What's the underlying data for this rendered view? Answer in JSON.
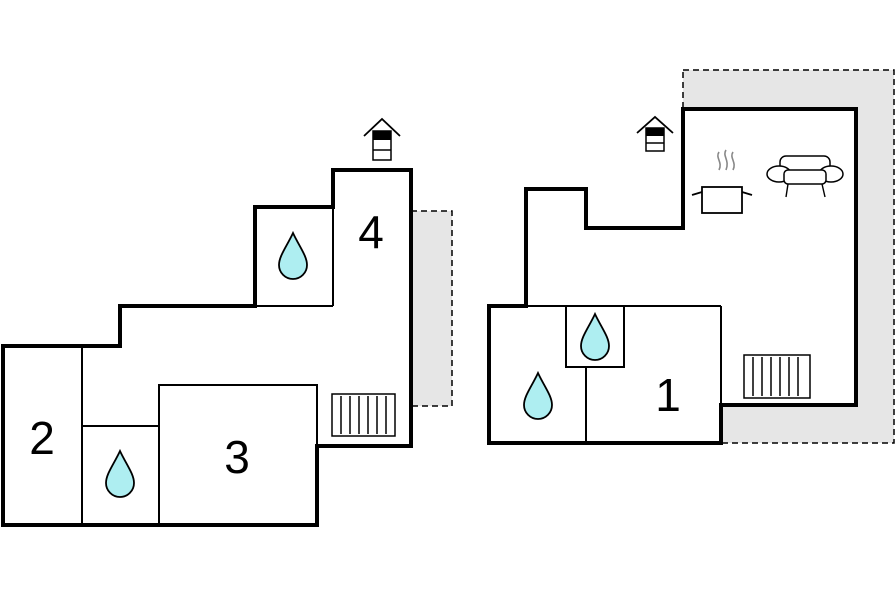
{
  "floorplan": {
    "rooms": [
      {
        "id": "room-1",
        "label": "1"
      },
      {
        "id": "room-2",
        "label": "2"
      },
      {
        "id": "room-3",
        "label": "3"
      },
      {
        "id": "room-4",
        "label": "4"
      }
    ],
    "icons": {
      "bathroom": "water-drop-icon",
      "heater": "radiator-icon",
      "fireplace": "fireplace-icon",
      "kitchen": "cooking-pot-icon",
      "living": "sofa-icon"
    },
    "colors": {
      "wall": "#000000",
      "terrace": "#e6e6e6",
      "water": "#aeeef1",
      "background": "#ffffff"
    }
  }
}
